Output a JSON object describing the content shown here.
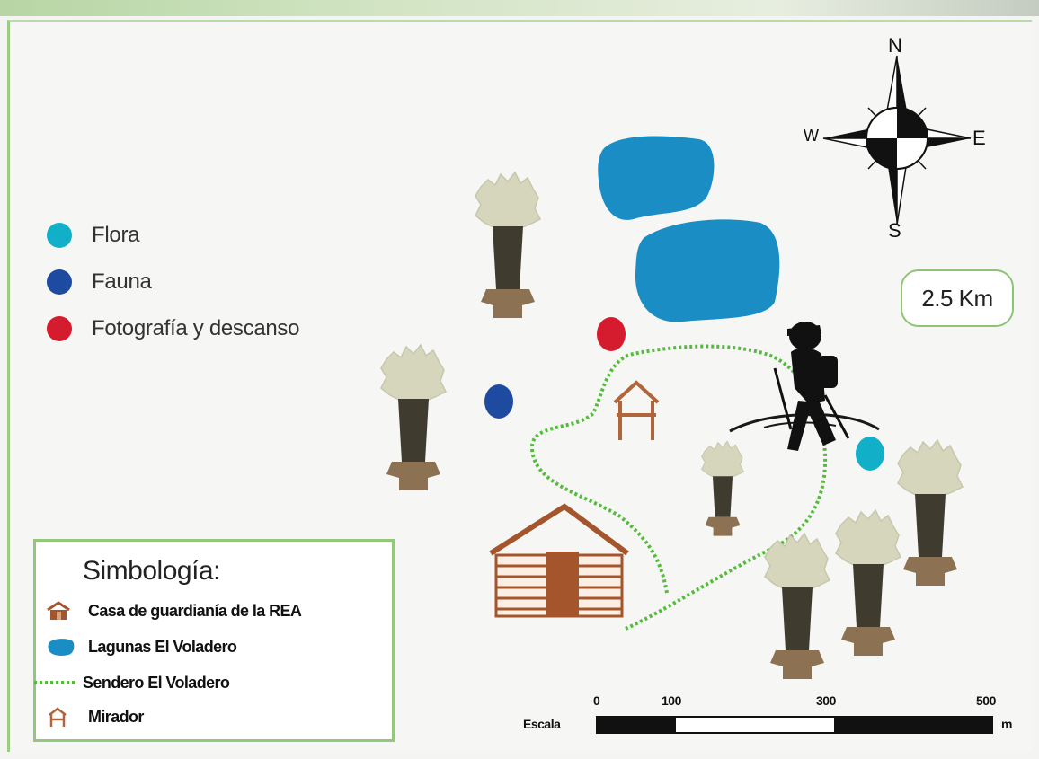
{
  "legend": {
    "items": [
      {
        "label": "Flora",
        "color": "#12b0c8"
      },
      {
        "label": "Fauna",
        "color": "#1e4aa0"
      },
      {
        "label": "Fotografía y descanso",
        "color": "#d51c2e"
      }
    ]
  },
  "compass": {
    "north": "N",
    "south": "S",
    "east": "E",
    "west": "W"
  },
  "distance": {
    "label": "2.5 Km"
  },
  "symbology": {
    "title": "Simbología:",
    "items": [
      {
        "label": "Casa de guardianía de la REA",
        "icon": "house-icon"
      },
      {
        "label": "Lagunas El Voladero",
        "icon": "lagoon-icon"
      },
      {
        "label": "Sendero El Voladero",
        "icon": "trail-icon"
      },
      {
        "label": "Mirador",
        "icon": "viewpoint-icon"
      }
    ]
  },
  "scale": {
    "label": "Escala",
    "ticks": [
      "0",
      "100",
      "300",
      "500"
    ],
    "unit": "m"
  },
  "colors": {
    "lagoon": "#1a8ec4",
    "trail": "#55bb3c",
    "house": "#a4552c",
    "frailejon_leaves": "#d6d6bd",
    "frailejon_trunk": "#3f3b2e",
    "frailejon_base": "#8c7252",
    "border_green": "#93c77a"
  }
}
